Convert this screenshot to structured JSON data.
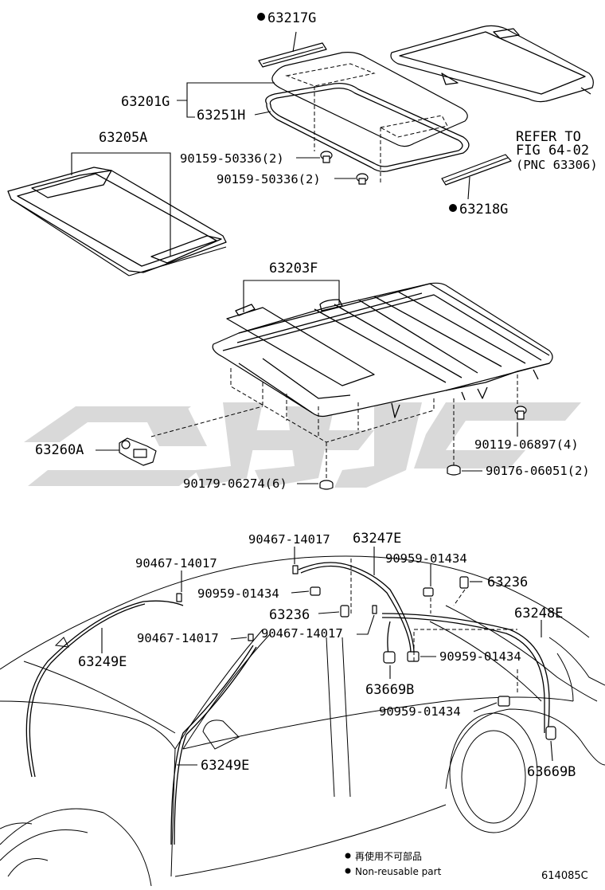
{
  "watermark": {
    "color": "#d9d9d9"
  },
  "labels": {
    "p63217G": "63217G",
    "p63201G": "63201G",
    "p63251H": "63251H",
    "p63205A": "63205A",
    "p90159a": "90159-50336(2)",
    "p90159b": "90159-50336(2)",
    "refer1": "REFER TO",
    "refer2": "FIG 64-02",
    "refer3": "(PNC 63306)",
    "p63218G": "63218G",
    "p63203F": "63203F",
    "p63260A": "63260A",
    "p90119": "90119-06897(4)",
    "p90179": "90179-06274(6)",
    "p90176": "90176-06051(2)",
    "p90467a": "90467-14017",
    "p63247E": "63247E",
    "p90467b": "90467-14017",
    "p90959a": "90959-01434",
    "p90959b": "90959-01434",
    "p63236a": "63236",
    "p63236b": "63236",
    "p63248E": "63248E",
    "p90467c": "90467-14017",
    "p90467d": "90467-14017",
    "p63249Ea": "63249E",
    "p90959c": "90959-01434",
    "p63669Ba": "63669B",
    "p90959d": "90959-01434",
    "p63669Bb": "63669B",
    "p63249Eb": "63249E"
  },
  "legend": {
    "non_reusable_jp": "再使用不可部品",
    "non_reusable_en": "Non-reusable part"
  },
  "figure_id": "614085C"
}
